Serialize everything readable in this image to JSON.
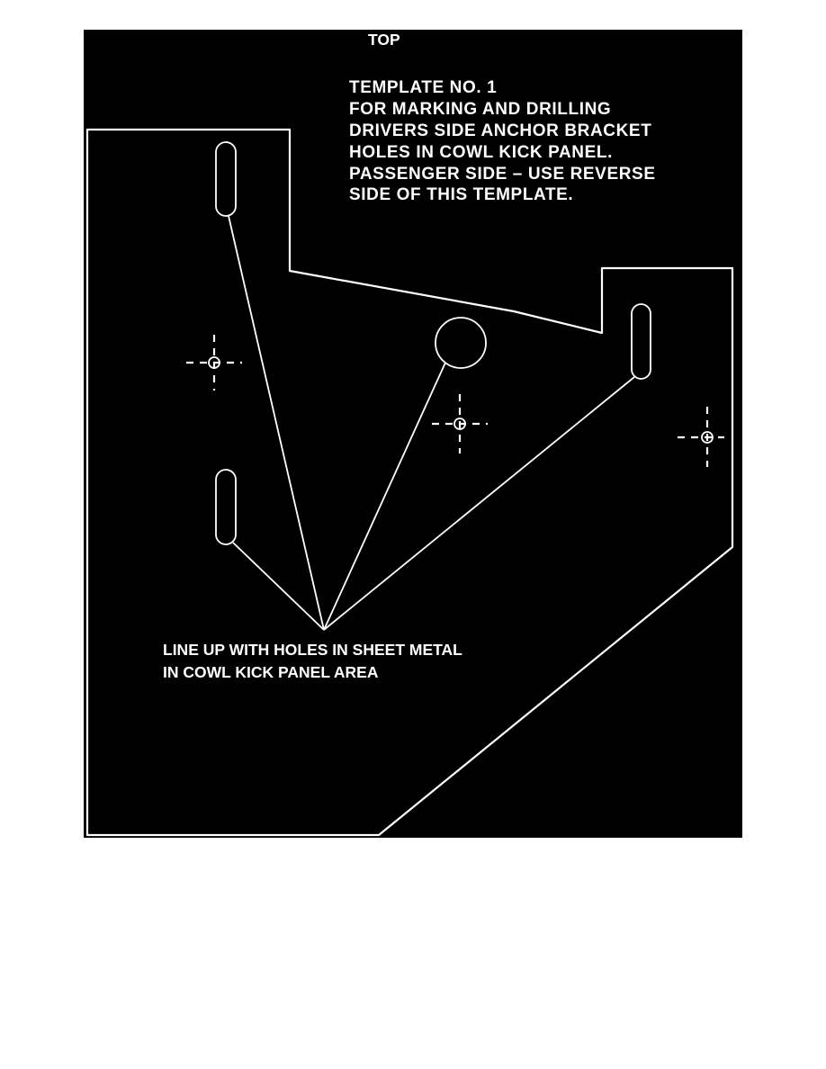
{
  "diagram": {
    "top_label": "TOP",
    "title_lines": [
      "TEMPLATE NO. 1",
      "FOR MARKING AND DRILLING",
      "DRIVERS SIDE ANCHOR BRACKET",
      "HOLES IN COWL KICK PANEL.",
      "PASSENGER SIDE  –  USE REVERSE",
      "SIDE OF THIS TEMPLATE."
    ],
    "note_lines": [
      "LINE UP WITH HOLES IN SHEET METAL",
      "IN COWL KICK PANEL AREA"
    ],
    "colors": {
      "background": "#000000",
      "line": "#ffffff",
      "page": "#ffffff"
    }
  }
}
